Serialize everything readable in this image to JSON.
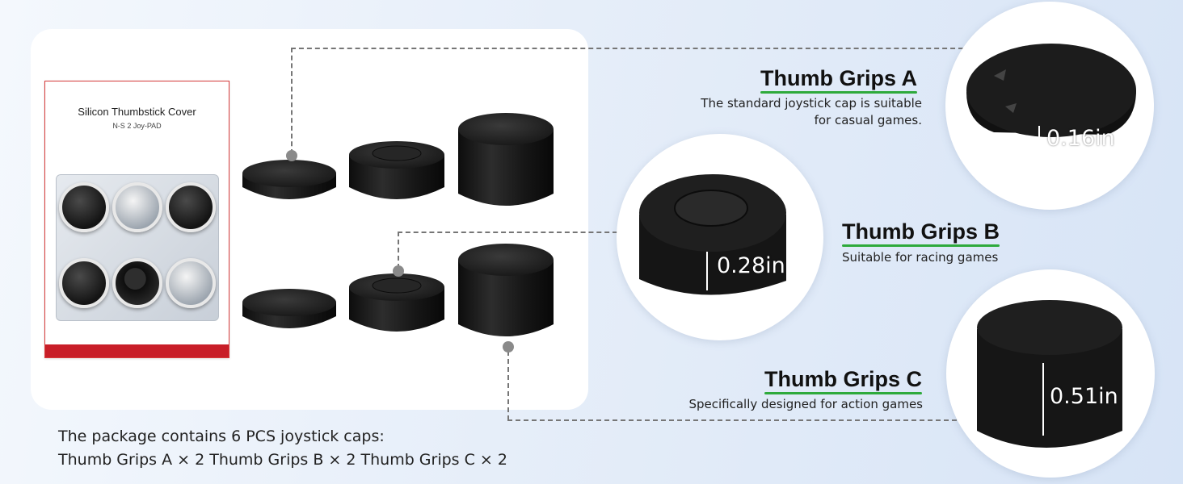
{
  "package_box": {
    "title": "Silicon Thumbstick Cover",
    "subtitle": "N-S 2 Joy-PAD"
  },
  "grips": [
    {
      "title": "Thumb Grips A",
      "desc_line1": "The standard joystick cap is suitable",
      "desc_line2": "for casual games.",
      "measure": "0.16in"
    },
    {
      "title": "Thumb Grips B",
      "desc_line1": "Suitable for racing games",
      "measure": "0.28in"
    },
    {
      "title": "Thumb Grips C",
      "desc_line1": "Specifically designed for action games",
      "measure": "0.51in"
    }
  ],
  "footer": {
    "line1": "The package contains 6 PCS joystick caps:",
    "line2": "Thumb Grips A × 2 Thumb Grips B × 2 Thumb Grips C × 2"
  },
  "colors": {
    "accent_underline": "#2eaa3c",
    "package_red": "#c81e28",
    "cap_black": "#141414"
  }
}
